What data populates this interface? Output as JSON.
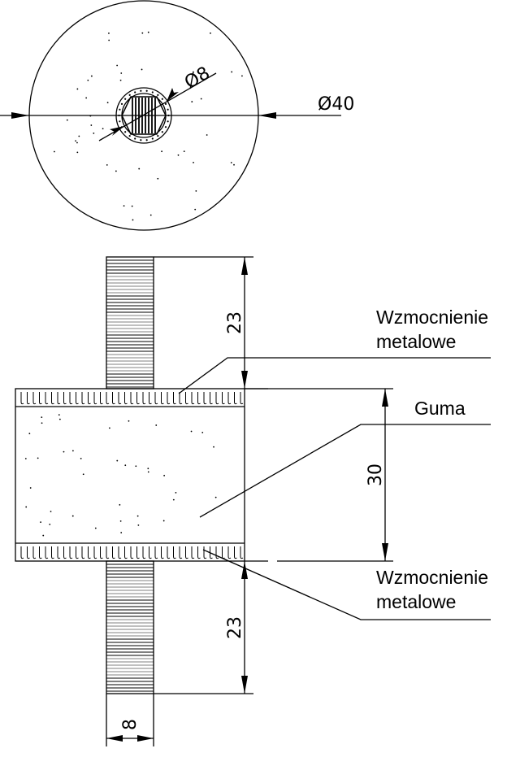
{
  "dimensions": {
    "outer_diameter": "Ø40",
    "bolt_diameter": "Ø8",
    "top_stud_length": "23",
    "rubber_height": "30",
    "bottom_stud_length": "23",
    "stud_width": "8"
  },
  "labels": {
    "top_reinforcement_line1": "Wzmocnienie",
    "top_reinforcement_line2": "metalowe",
    "rubber": "Guma",
    "bottom_reinforcement_line1": "Wzmocnienie",
    "bottom_reinforcement_line2": "metalowe"
  },
  "colors": {
    "line": "#000000",
    "background": "#ffffff"
  }
}
